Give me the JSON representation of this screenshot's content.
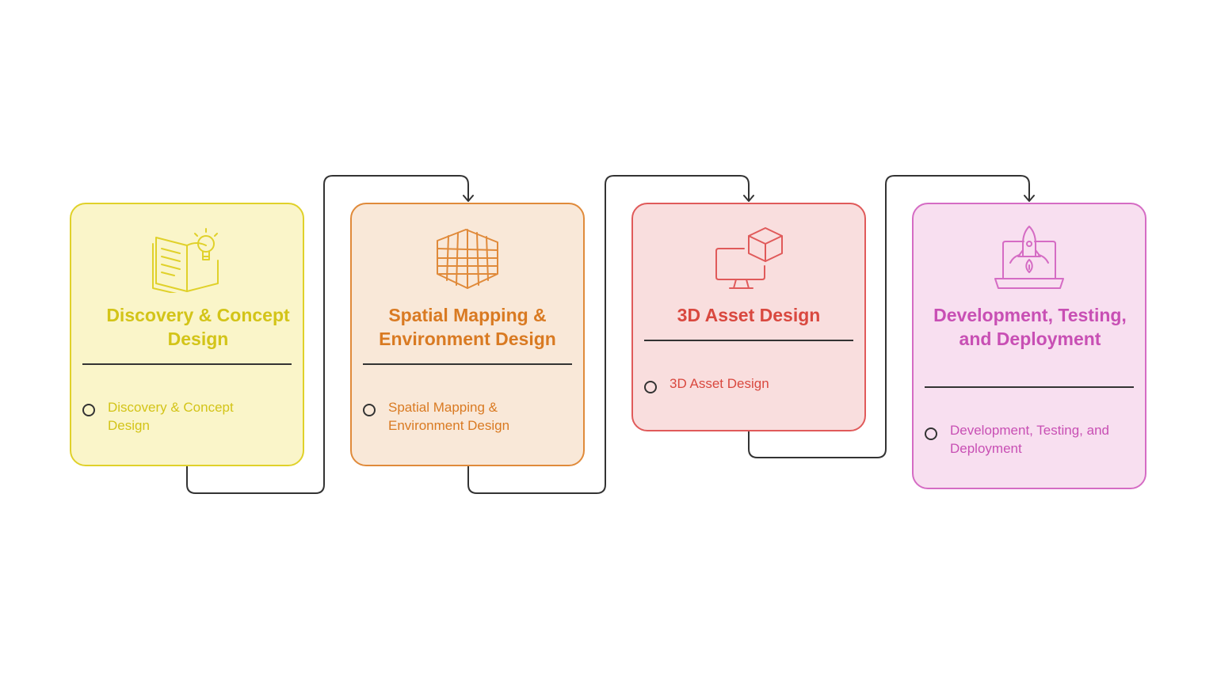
{
  "colors": {
    "connector": "#333333",
    "step1": {
      "fill": "#faf5c9",
      "stroke": "#e0d12a",
      "text": "#d3c418"
    },
    "step2": {
      "fill": "#f9e8d8",
      "stroke": "#e08a3a",
      "text": "#d97a22"
    },
    "step3": {
      "fill": "#f9dede",
      "stroke": "#e05a5a",
      "text": "#d9483f"
    },
    "step4": {
      "fill": "#f8dff0",
      "stroke": "#d56cc4",
      "text": "#c84fb4"
    }
  },
  "steps": [
    {
      "icon": "book-lightbulb-icon",
      "title": "Discovery & Concept Design",
      "bullet": "Discovery & Concept Design"
    },
    {
      "icon": "grid-mesh-icon",
      "title": "Spatial Mapping & Environment Design",
      "bullet": "Spatial Mapping & Environment Design"
    },
    {
      "icon": "monitor-cube-icon",
      "title": "3D Asset Design",
      "bullet": "3D Asset Design"
    },
    {
      "icon": "laptop-rocket-icon",
      "title": "Development, Testing, and Deployment",
      "bullet": "Development, Testing, and Deployment"
    }
  ]
}
